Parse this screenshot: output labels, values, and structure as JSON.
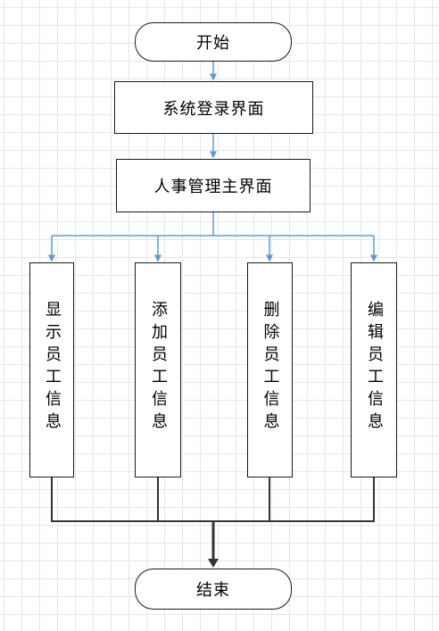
{
  "diagram": {
    "start_label": "开始",
    "login_label": "系统登录界面",
    "main_label": "人事管理主界面",
    "modules": [
      {
        "label": "显示员工信息"
      },
      {
        "label": "添加员工信息"
      },
      {
        "label": "删除员工信息"
      },
      {
        "label": "编辑员工信息"
      }
    ],
    "end_label": "结束"
  },
  "colors": {
    "top_arrows": "#5b9bd5",
    "bottom_lines": "#333333",
    "node_border": "#1a1a1a"
  }
}
